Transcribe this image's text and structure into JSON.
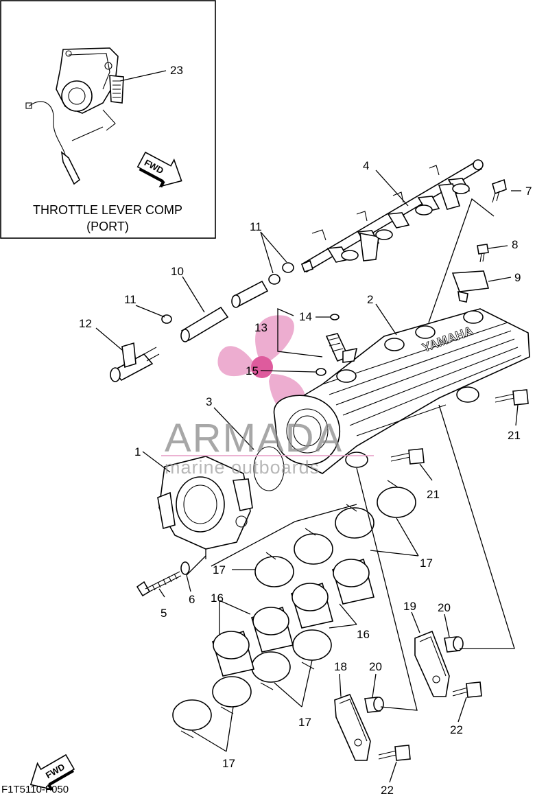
{
  "inset": {
    "title_line1": "THROTTLE LEVER COMP",
    "title_line2": "(PORT)",
    "callout": "23",
    "fwd_label": "FWD"
  },
  "callouts": [
    "1",
    "2",
    "3",
    "4",
    "5",
    "6",
    "7",
    "8",
    "9",
    "10",
    "11",
    "11",
    "12",
    "13",
    "14",
    "15",
    "16",
    "16",
    "17",
    "17",
    "17",
    "17",
    "18",
    "19",
    "20",
    "20",
    "21",
    "21",
    "22",
    "22"
  ],
  "fwd_label": "FWD",
  "diagram_code": "F1T5110-F050",
  "watermark": {
    "brand": "ARMADA",
    "tagline": "marine outboards",
    "color": "#e8a0c8"
  },
  "manifold_text": "YAMAHA"
}
